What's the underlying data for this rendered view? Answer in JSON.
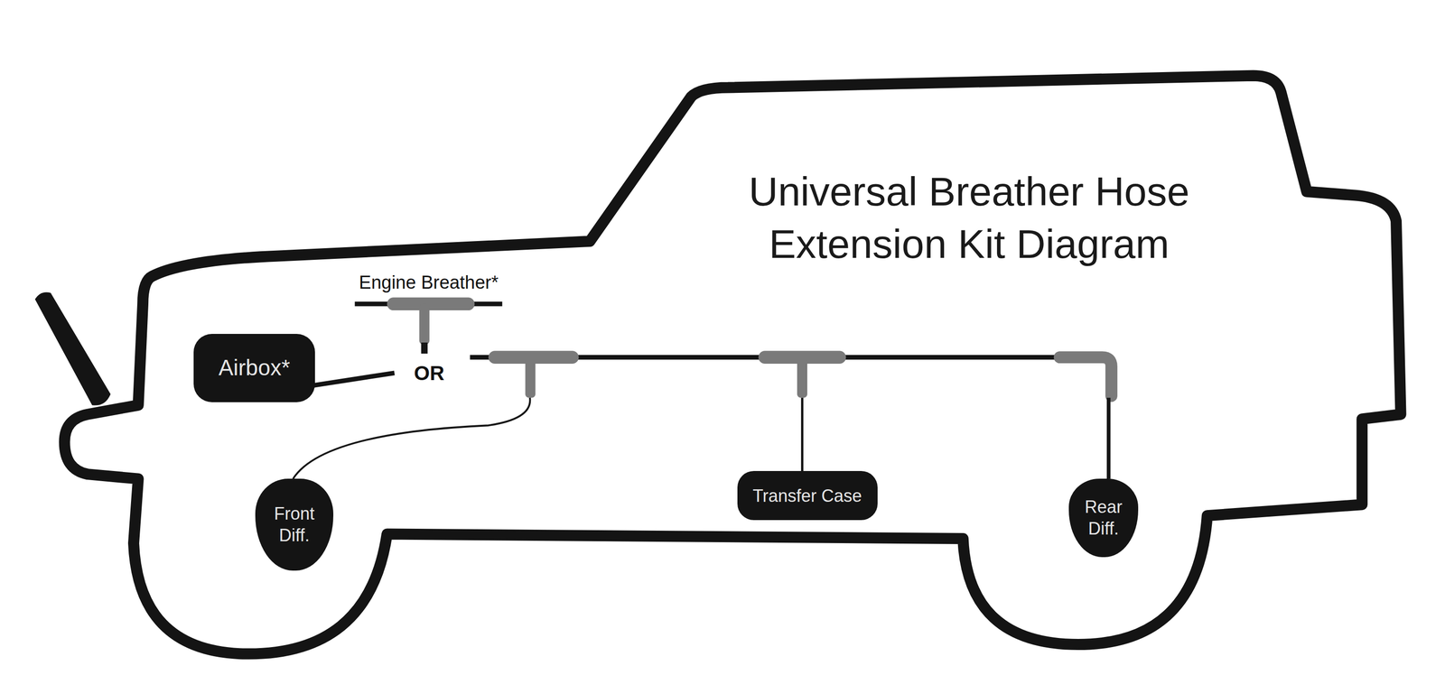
{
  "diagram": {
    "title": "Universal Breather Hose Extension Kit Diagram",
    "nodes": [
      {
        "text": [
          "Airbox*"
        ]
      },
      {
        "text": [
          "Front Diff."
        ]
      },
      {
        "text": [
          "Transfer Case"
        ]
      },
      {
        "text": [
          "Rear Diff."
        ]
      }
    ],
    "labels": [
      "Engine Breather*",
      "OR"
    ]
  }
}
